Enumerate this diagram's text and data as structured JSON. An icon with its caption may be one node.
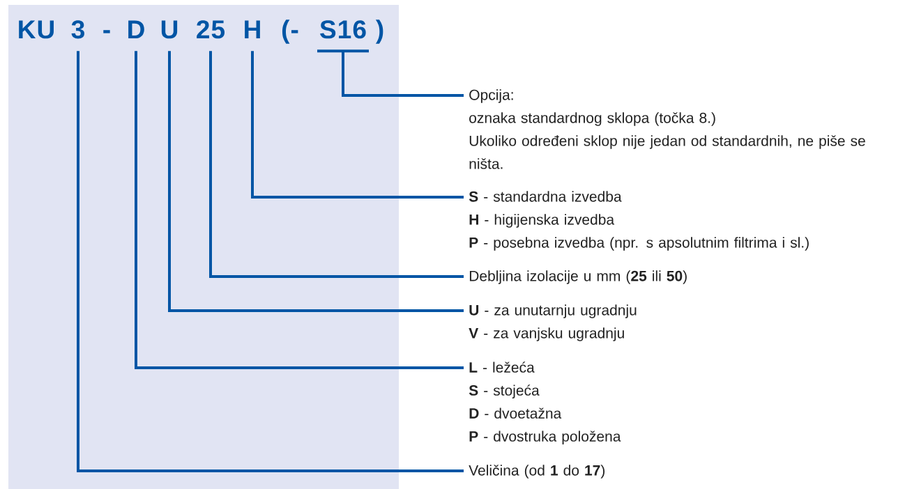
{
  "diagram": {
    "nodes": [
      {
        "text": [
          "3"
        ]
      },
      {
        "text": [
          "D"
        ]
      },
      {
        "text": [
          "U"
        ]
      },
      {
        "text": [
          "25"
        ]
      },
      {
        "text": [
          "H"
        ]
      },
      {
        "text": [
          "S16"
        ]
      },
      {
        "text": [
          "Opcija:",
          "oznaka standardnog sklopa (točka 8.)",
          "Ukoliko određeni sklop nije jedan od standardnih, ne piše se ništa."
        ]
      },
      {
        "text": [
          "**S** - standardna izvedba",
          "**H** - higijenska izvedba",
          "**P** - posebna izvedba (npr. s apsolutnim filtrima i sl.)"
        ]
      },
      {
        "text": [
          "Debljina izolacije u mm (**25** ili **50**)"
        ]
      },
      {
        "text": [
          "**U** - za unutarnju ugradnju",
          "**V** - za vanjsku ugradnju"
        ]
      },
      {
        "text": [
          "**L** - ležeća",
          "**S** - stojeća",
          "**D** - dvoetažna",
          "**P** - dvostruka položena"
        ]
      },
      {
        "text": [
          "Veličina (od **1** do **17**)"
        ]
      }
    ],
    "edges": [
      {
        "from": 5,
        "to": 6,
        "arrow": "none"
      },
      {
        "from": 4,
        "to": 7,
        "arrow": "none"
      },
      {
        "from": 3,
        "to": 8,
        "arrow": "none"
      },
      {
        "from": 2,
        "to": 9,
        "arrow": "none"
      },
      {
        "from": 1,
        "to": 10,
        "arrow": "none"
      },
      {
        "from": 0,
        "to": 11,
        "arrow": "none"
      }
    ],
    "labels": [
      "KU",
      "-",
      "(-",
      ")"
    ]
  }
}
